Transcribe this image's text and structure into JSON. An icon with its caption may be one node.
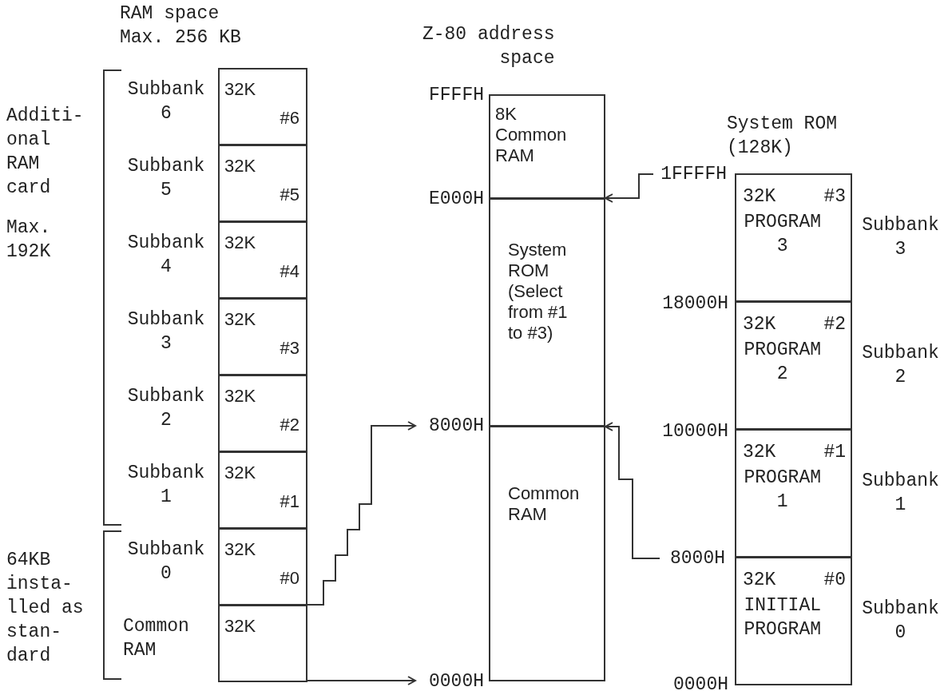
{
  "diagram": {
    "nodes": [
      {
        "text": [
          "32K",
          "#6"
        ],
        "beside": [
          "Subbank 6"
        ]
      },
      {
        "text": [
          "32K",
          "#5"
        ],
        "beside": [
          "Subbank 5"
        ]
      },
      {
        "text": [
          "32K",
          "#4"
        ],
        "beside": [
          "Subbank 4"
        ]
      },
      {
        "text": [
          "32K",
          "#3"
        ],
        "beside": [
          "Subbank 3"
        ]
      },
      {
        "text": [
          "32K",
          "#2"
        ],
        "beside": [
          "Subbank 2"
        ]
      },
      {
        "text": [
          "32K",
          "#1"
        ],
        "beside": [
          "Subbank 1"
        ]
      },
      {
        "text": [
          "32K",
          "#0"
        ],
        "beside": [
          "Subbank 0"
        ]
      },
      {
        "text": [
          "32K"
        ],
        "beside": [
          "Common RAM"
        ]
      },
      {
        "text": [
          "8000H"
        ]
      },
      {
        "text": [
          "0000H"
        ]
      },
      {
        "text": [
          "8K Common RAM"
        ]
      },
      {
        "text": [
          "System ROM (Select from #1 to #3)"
        ]
      },
      {
        "text": [
          "Common RAM"
        ]
      },
      {
        "text": [
          "1FFFFH"
        ]
      },
      {
        "text": [
          "8000H"
        ]
      },
      {
        "text": [
          "32K",
          "#3",
          "PROGRAM 3"
        ],
        "beside": [
          "Subbank 3"
        ]
      },
      {
        "text": [
          "32K",
          "#2",
          "PROGRAM 2"
        ],
        "beside": [
          "Subbank 2"
        ]
      },
      {
        "text": [
          "32K",
          "#1",
          "PROGRAM 1"
        ],
        "beside": [
          "Subbank 1"
        ]
      },
      {
        "text": [
          "32K",
          "#0",
          "INITIAL PROGRAM"
        ],
        "beside": [
          "Subbank 0"
        ]
      }
    ],
    "edges": [
      {
        "from": 7,
        "to": 8,
        "arrow": "to"
      },
      {
        "from": 7,
        "to": 9,
        "arrow": "to"
      },
      {
        "from": 13,
        "to": 11,
        "arrow": "to"
      },
      {
        "from": 14,
        "to": 11,
        "arrow": "to"
      }
    ],
    "labels": [
      "RAM space Max. 256 KB",
      "Z-80 address space",
      "FFFFH",
      "Additi- onal RAM card",
      "Max. 192K",
      "E000H",
      "System ROM (128K)",
      "18000H",
      "10000H",
      "64KB insta- lled as stan- dard",
      "0000H"
    ]
  }
}
